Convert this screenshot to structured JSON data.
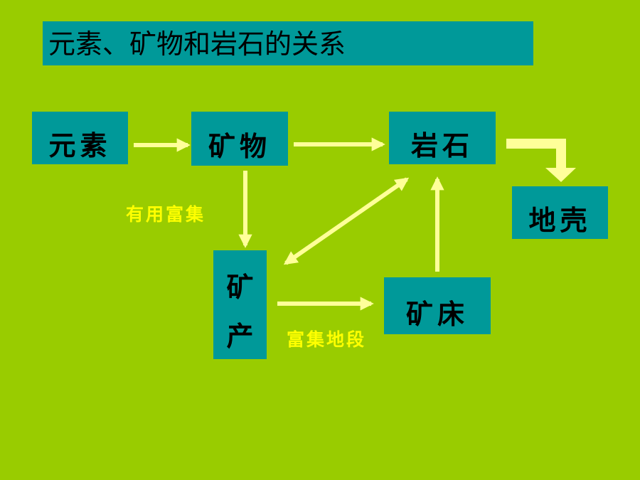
{
  "title": "元素、矿物和岩石的关系",
  "nodes": {
    "yuansu": "元素",
    "kuangwu": "矿物",
    "yanshi": "岩石",
    "diqiao": "地壳",
    "kuangchan_1": "矿",
    "kuangchan_2": "产",
    "kuangchuang": "矿床"
  },
  "edge_labels": {
    "youyong_fuji": "有用富集",
    "fuji_diduan": "富集地段"
  },
  "colors": {
    "background": "#99cc00",
    "box": "#009999",
    "arrow": "#ffff99",
    "label": "#ffff00"
  }
}
